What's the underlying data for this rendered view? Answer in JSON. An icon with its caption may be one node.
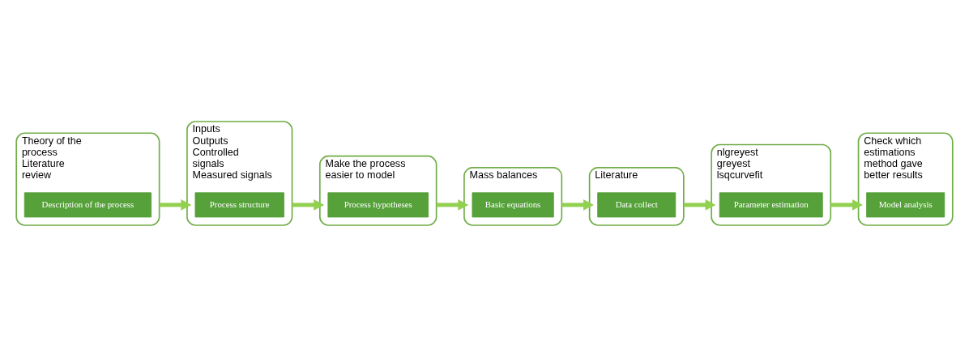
{
  "diagram": {
    "nodes": [
      {
        "text": [
          "Theory of the process",
          "Literature review"
        ]
      },
      {
        "text": [
          "Description of the process"
        ],
        "in": 0
      },
      {
        "text": [
          "Inputs",
          "Outputs",
          "Controlled signals",
          "Measured signals"
        ]
      },
      {
        "text": [
          "Process structure"
        ],
        "in": 2
      },
      {
        "text": [
          "Make the process easier to model"
        ]
      },
      {
        "text": [
          "Process hypotheses"
        ],
        "in": 4
      },
      {
        "text": [
          "Mass balances"
        ]
      },
      {
        "text": [
          "Basic equations"
        ],
        "in": 6
      },
      {
        "text": [
          "Literature"
        ]
      },
      {
        "text": [
          "Data collect"
        ],
        "in": 8
      },
      {
        "text": [
          "nlgreyest",
          "greyest",
          "lsqcurvefit"
        ]
      },
      {
        "text": [
          "Parameter estimation"
        ],
        "in": 10
      },
      {
        "text": [
          "Check which estimations method gave better results"
        ]
      },
      {
        "text": [
          "Model analysis"
        ],
        "in": 12
      }
    ],
    "edges": [
      {
        "from": 0,
        "to": 2,
        "arrow": "to"
      },
      {
        "from": 2,
        "to": 4,
        "arrow": "to"
      },
      {
        "from": 4,
        "to": 6,
        "arrow": "to"
      },
      {
        "from": 6,
        "to": 8,
        "arrow": "to"
      },
      {
        "from": 8,
        "to": 10,
        "arrow": "to"
      },
      {
        "from": 10,
        "to": 12,
        "arrow": "to"
      }
    ]
  }
}
